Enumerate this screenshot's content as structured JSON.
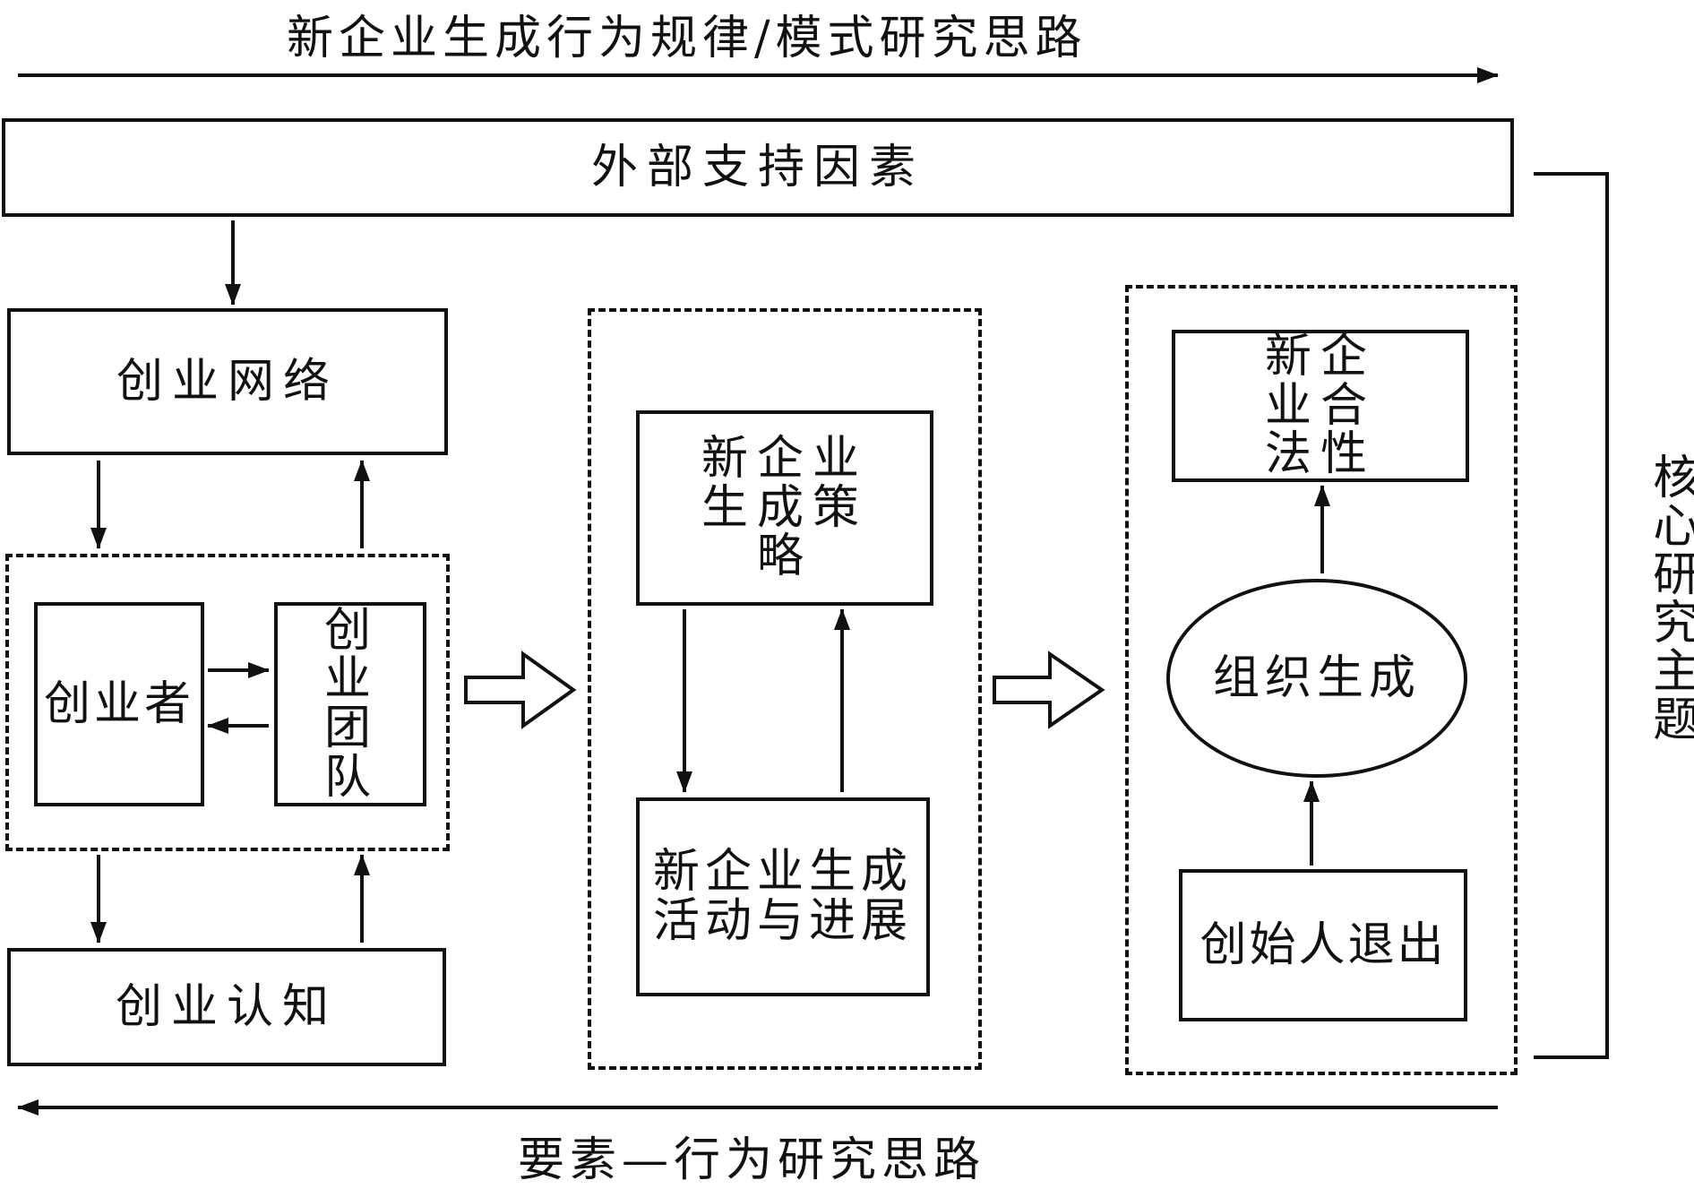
{
  "top_title": "新企业生成行为规律/模式研究思路",
  "bottom_title": "要素—行为研究思路",
  "side_label": "核心研究主题",
  "nodes": {
    "external_support": "外部支持因素",
    "entrepreneurial_network": "创业网络",
    "entrepreneur": "创业者",
    "entrepreneurial_team": "创业团队",
    "entrepreneurial_cognition": "创业认知",
    "strategy": "新企业生成策略",
    "activities": "新企业生成活动与进展",
    "legitimacy": "新企业合法性",
    "organization_emergence": "组织生成",
    "founder_exit": "创始人退出"
  },
  "line_color": "#111111"
}
